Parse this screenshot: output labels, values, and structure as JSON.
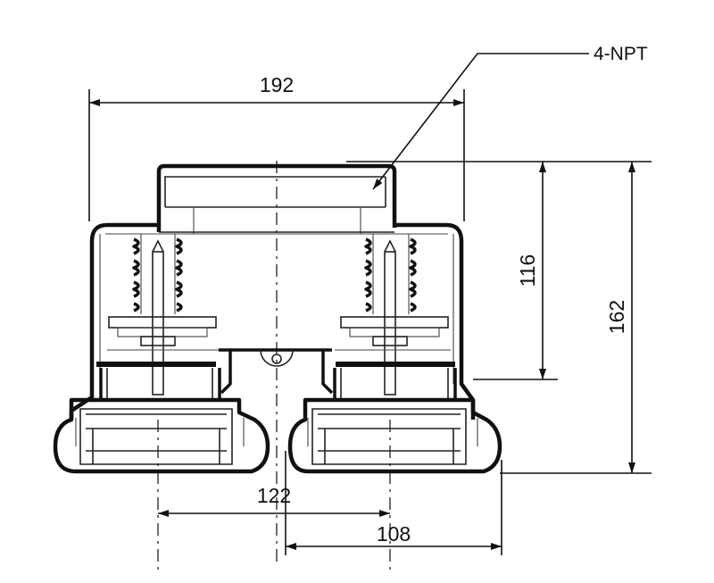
{
  "dimensions": {
    "overall_width": "192",
    "port_spacing": "122",
    "base_width": "108",
    "inner_height": "116",
    "overall_height": "162"
  },
  "callout": {
    "port_label": "4-NPT"
  },
  "colors": {
    "ink": "#111111",
    "background": "#ffffff"
  }
}
